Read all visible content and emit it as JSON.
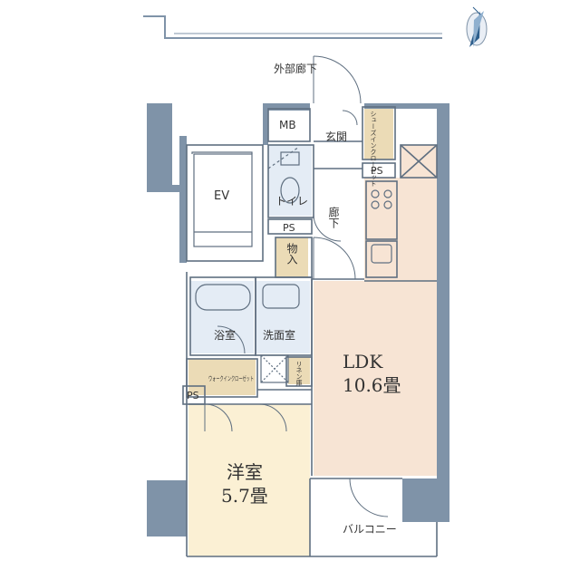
{
  "colors": {
    "wall": "#7f93a8",
    "ldk_floor": "#f7e4d4",
    "western_floor": "#fbf0d4",
    "storage_floor": "#ebdbb6",
    "wet_floor": "#e4ecf5",
    "line": "#5f6f80",
    "text": "#333333"
  },
  "labels": {
    "outer_corridor": "外部廊下",
    "mb": "MB",
    "genkan": "玄関",
    "shoes_closet": "シューズインクローゼット",
    "ps_top": "PS",
    "ev": "EV",
    "toilet": "トイレ",
    "corridor": "廊下",
    "ps_mid": "PS",
    "monoire": "物入",
    "bathroom": "浴室",
    "washroom": "洗面室",
    "walkin_closet": "ウォークインクローゼット",
    "linen": "リネン庫",
    "ps_left": "PS",
    "ldk_name": "LDK",
    "ldk_size": "10.6畳",
    "western_name": "洋室",
    "western_size": "5.7畳",
    "balcony": "バルコニー"
  },
  "icons": {
    "compass": "north-compass-icon"
  }
}
